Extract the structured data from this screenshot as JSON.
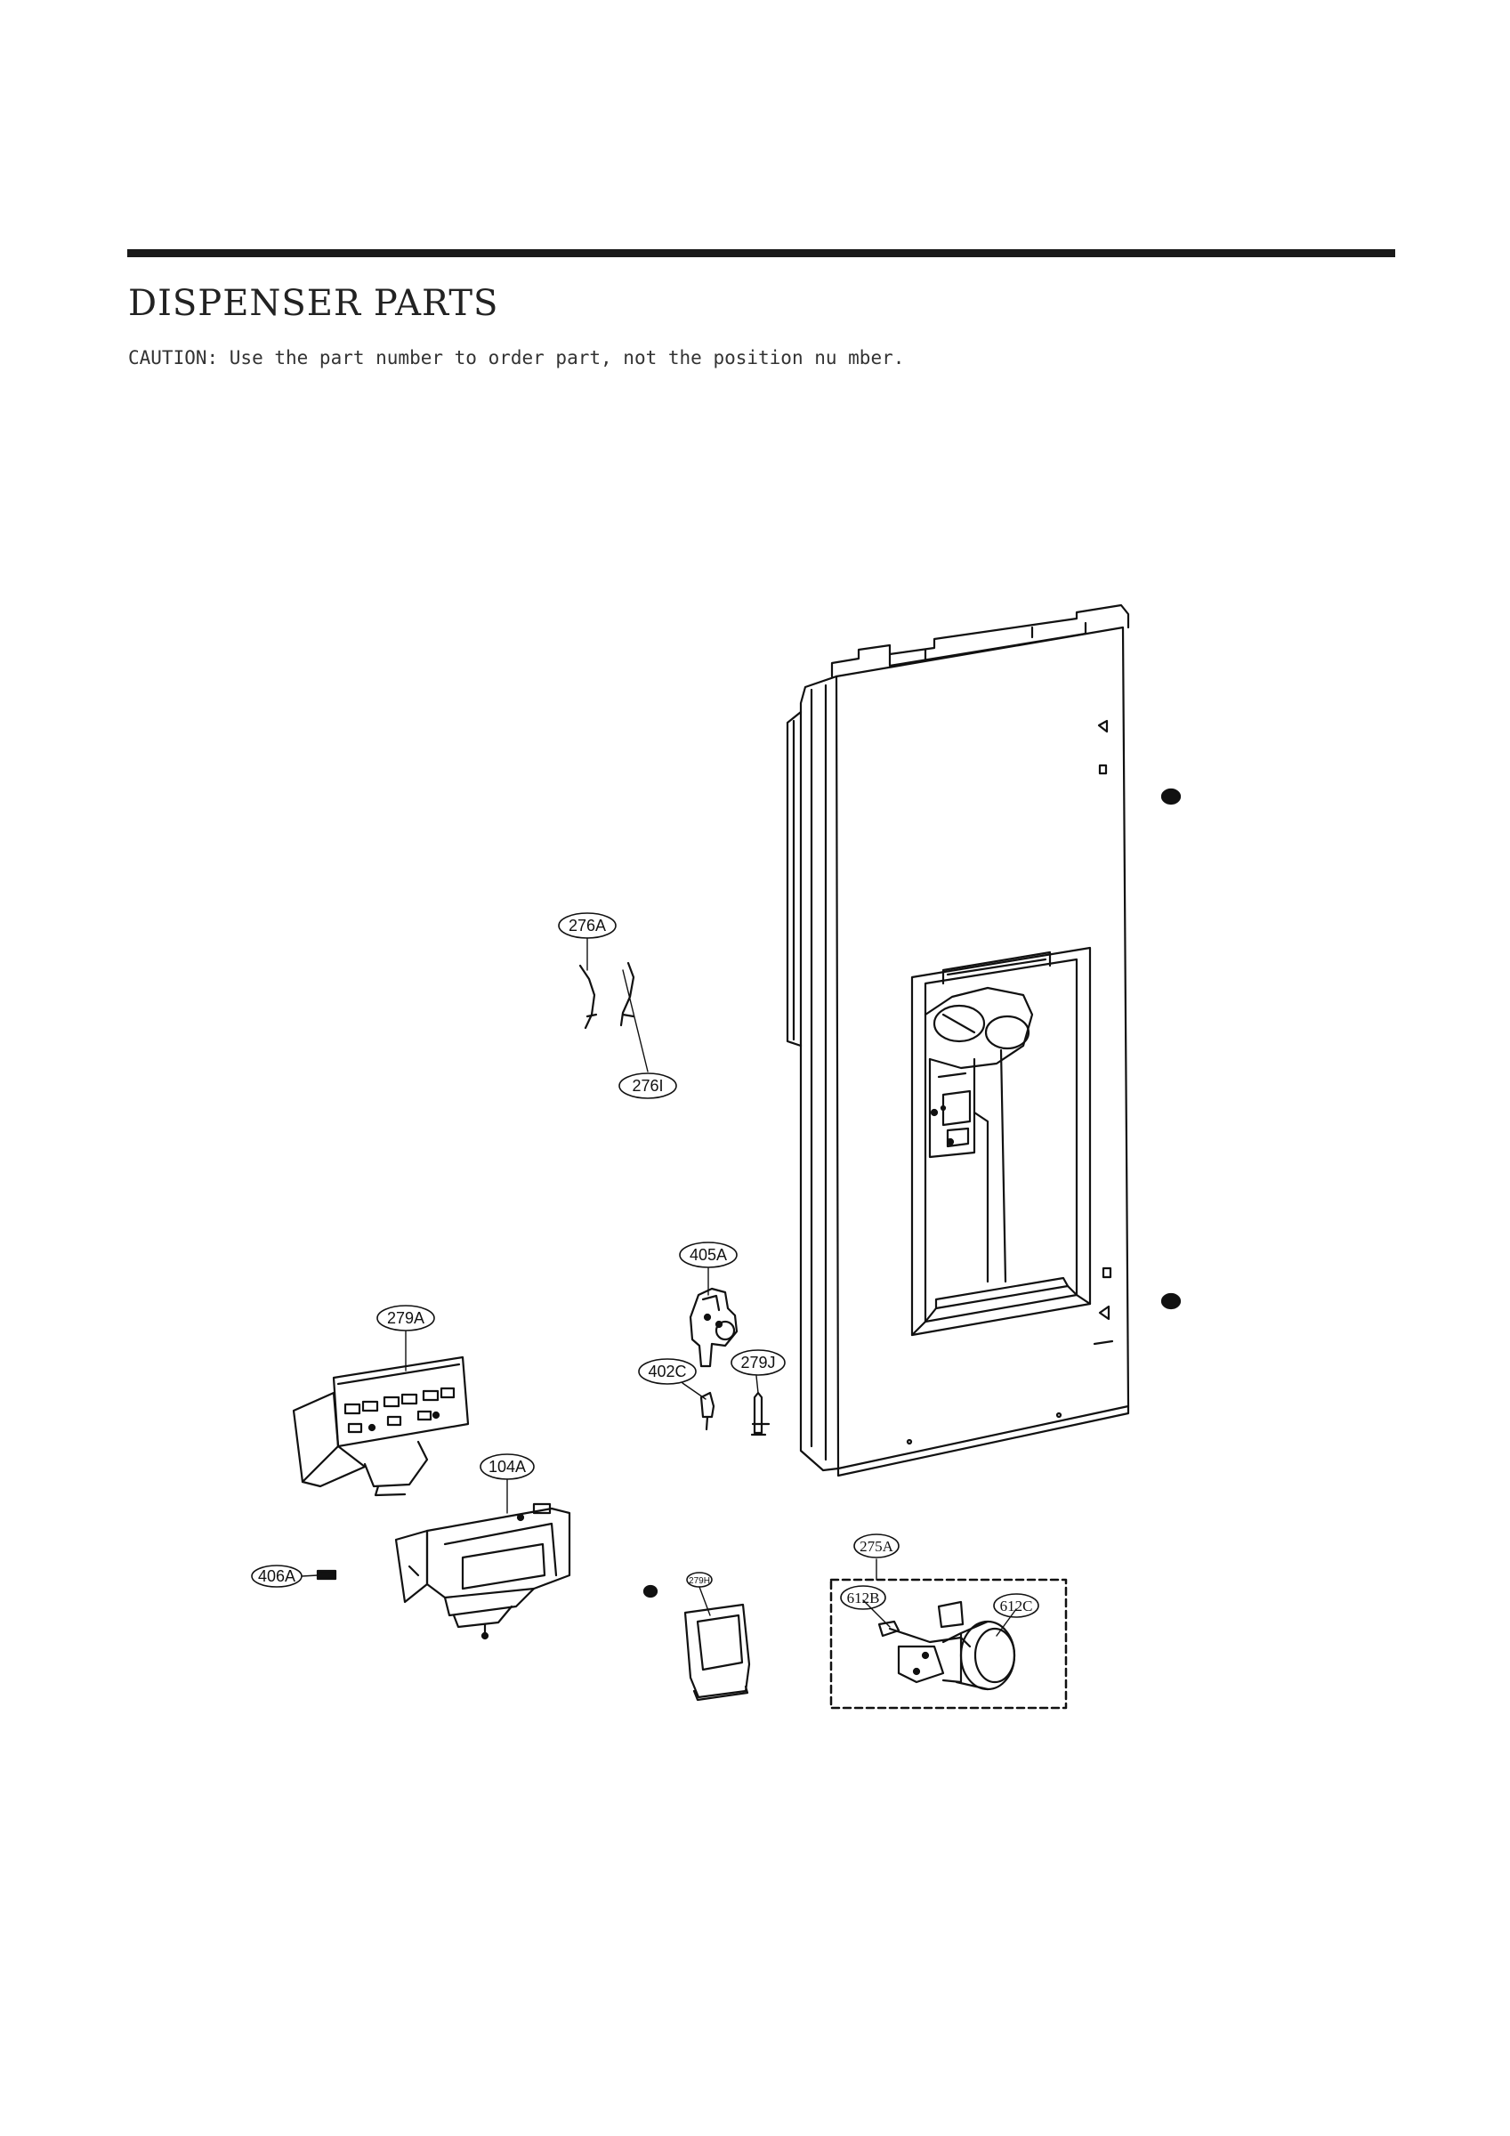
{
  "page": {
    "title": "DISPENSER PARTS",
    "caution": "CAUTION: Use the part number to order part, not the position nu mber."
  },
  "callouts": {
    "c276A": "276A",
    "c276I": "276I",
    "c405A": "405A",
    "c279A": "279A",
    "c402C": "402C",
    "c279J": "279J",
    "c104A": "104A",
    "c406A": "406A",
    "c279H": "279H",
    "c275A": "275A",
    "c612B": "612B",
    "c612C": "612C"
  }
}
